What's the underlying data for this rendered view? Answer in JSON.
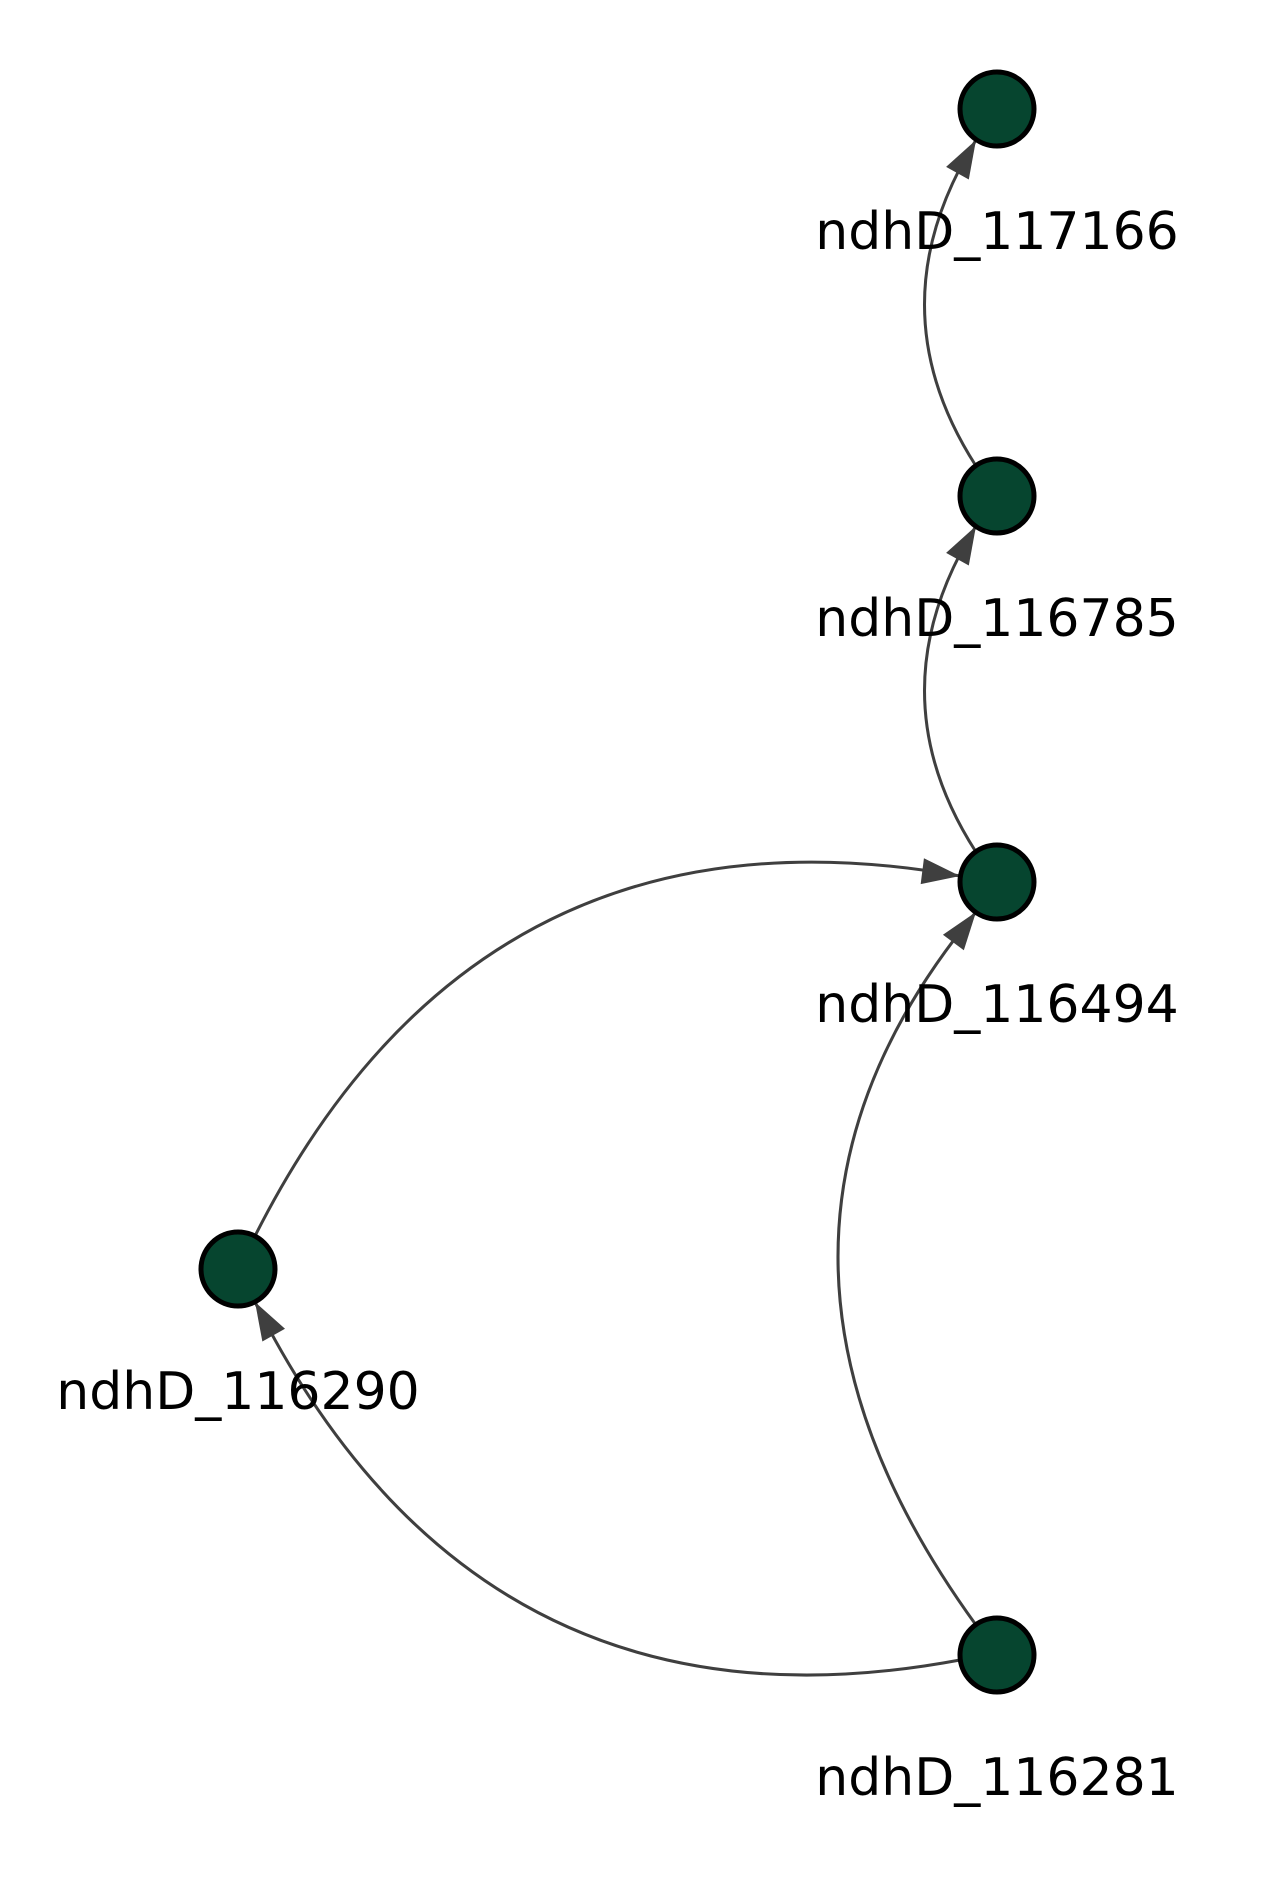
{
  "colors": {
    "node_fill": "#06452F",
    "node_stroke": "#000000",
    "edge": "#3F3F3F",
    "label": "#000000"
  },
  "nodes": [
    {
      "id": "ndhD_117166",
      "label": "ndhD_117166"
    },
    {
      "id": "ndhD_116785",
      "label": "ndhD_116785"
    },
    {
      "id": "ndhD_116494",
      "label": "ndhD_116494"
    },
    {
      "id": "ndhD_116290",
      "label": "ndhD_116290"
    },
    {
      "id": "ndhD_116281",
      "label": "ndhD_116281"
    }
  ],
  "edges": [
    {
      "from": "ndhD_116785",
      "to": "ndhD_117166"
    },
    {
      "from": "ndhD_116494",
      "to": "ndhD_116785"
    },
    {
      "from": "ndhD_116290",
      "to": "ndhD_116494"
    },
    {
      "from": "ndhD_116281",
      "to": "ndhD_116494"
    },
    {
      "from": "ndhD_116281",
      "to": "ndhD_116290"
    }
  ]
}
